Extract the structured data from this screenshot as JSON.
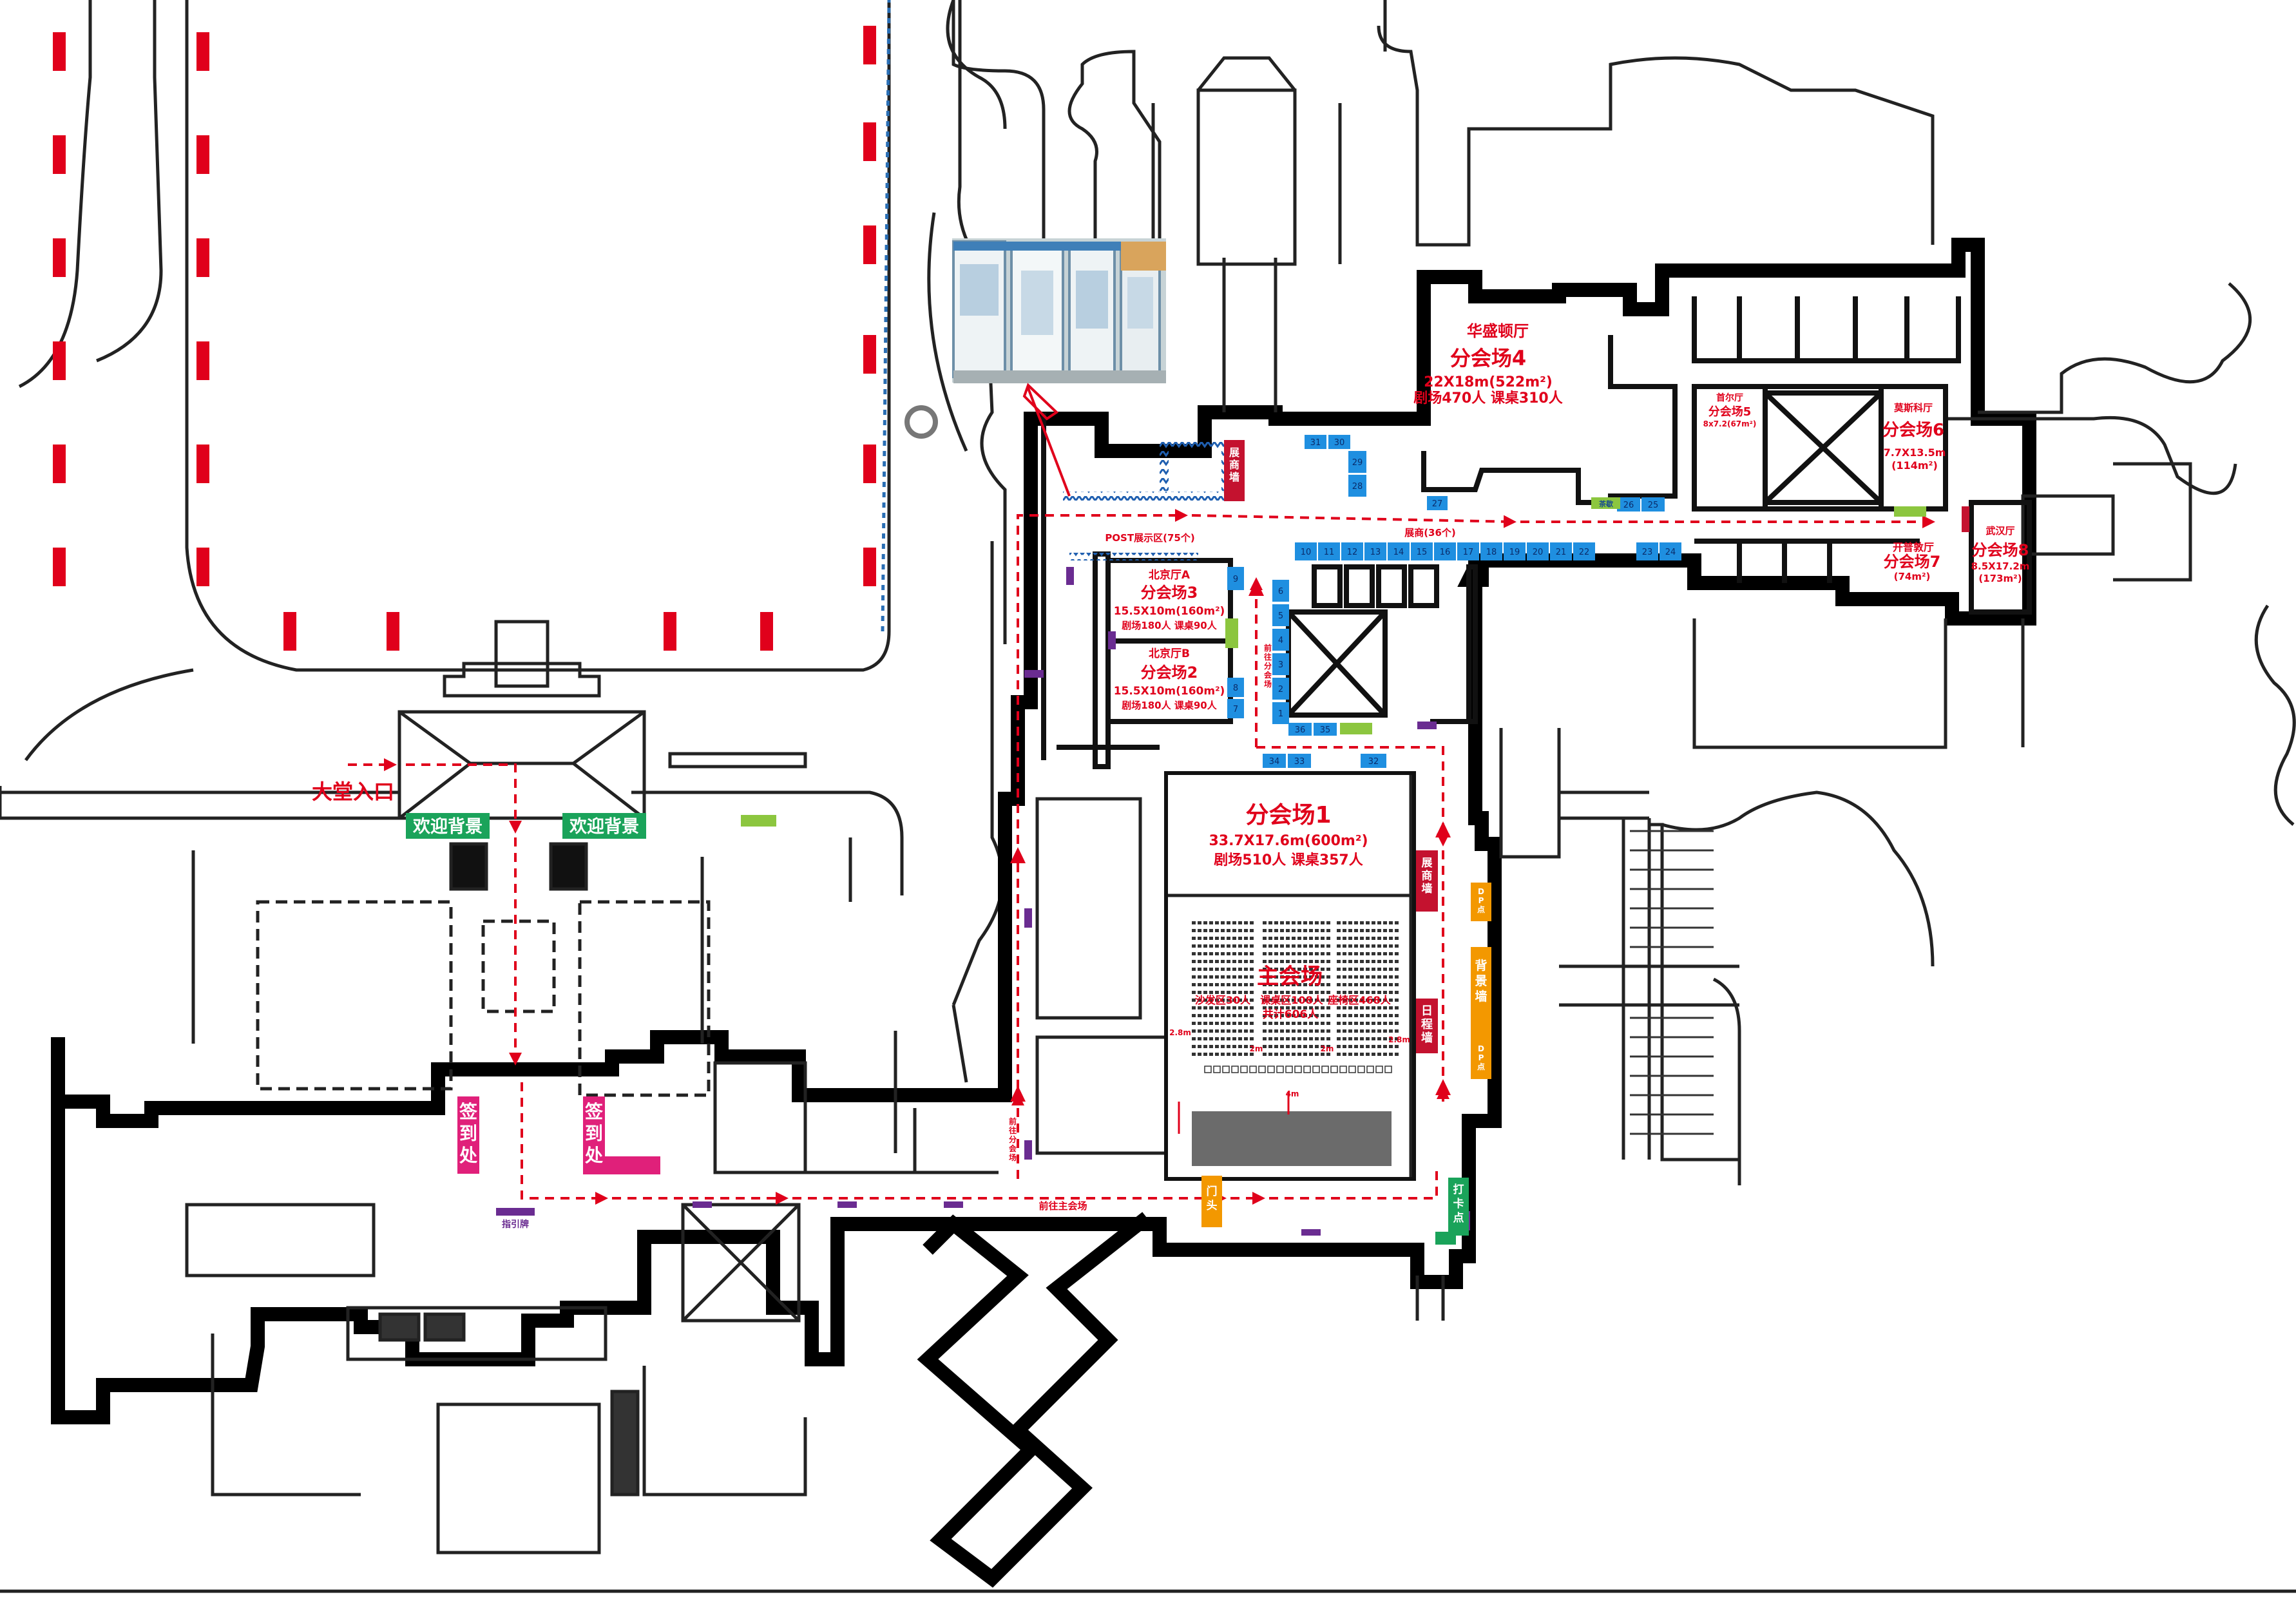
{
  "colors": {
    "accent_red": "#e0001b",
    "sign_green": "#1aa35a",
    "sign_pink": "#e0207a",
    "booth_blue": "#1f8fe0",
    "booth_green": "#8cc63f",
    "sign_orange": "#f39800",
    "dark_red": "#c4122f",
    "marker_purple": "#6a2c91"
  },
  "entrance": {
    "lobby_label": "大堂入口",
    "welcome_left": "欢迎背景",
    "welcome_right": "欢迎背景",
    "signin_left": "签到处",
    "signin_right": "签到处",
    "guide_sign": "指引牌"
  },
  "halls": {
    "washington": {
      "name": "华盛顿厅",
      "session": "分会场4",
      "size": "22X18m(522m²)",
      "capacity": "剧场470人 课桌310人"
    },
    "beijing_a": {
      "name": "北京厅A",
      "session": "分会场3",
      "size": "15.5X10m(160m²)",
      "capacity": "剧场180人 课桌90人"
    },
    "beijing_b": {
      "name": "北京厅B",
      "session": "分会场2",
      "size": "15.5X10m(160m²)",
      "capacity": "剧场180人 课桌90人"
    },
    "session1": {
      "session": "分会场1",
      "size": "33.7X17.6m(600m²)",
      "capacity": "剧场510人 课桌357人"
    },
    "main": {
      "session": "主会场",
      "zone_sofa": "沙发区30人",
      "zone_desk": "课桌区108人",
      "zone_seat": "座椅区468人",
      "total": "共计606人"
    },
    "room5": {
      "name": "首尔厅",
      "session": "分会场5",
      "size": "8x7.2(67m²)"
    },
    "room6": {
      "name": "莫斯科厅",
      "session": "分会场6",
      "size": "7.7X13.5m",
      "area": "(114m²)"
    },
    "room7": {
      "name": "开普敦厅",
      "session": "分会场7",
      "area": "(74m²)"
    },
    "room8": {
      "name": "武汉厅",
      "session": "分会场8",
      "size": "8.5X17.2m",
      "area": "(173m²)"
    }
  },
  "labels": {
    "poster_zone": "POST展示区(75个)",
    "booth_zone": "展商(36个)",
    "exhibitor_wall": "展商墙",
    "exhibitor_wall2": "展商墙",
    "schedule_wall": "日程墙",
    "dp_top": "DP点",
    "dp_bottom": "DP点",
    "sponsor_wall": "背景墙",
    "to_branch": "前往分会场",
    "to_branch2": "前往分会场",
    "to_main": "前往主会场",
    "door_head": "门头",
    "checkin_point": "打卡点",
    "dim_28_left": "2.8m",
    "dim_2_left": "2m",
    "dim_2_right": "2m",
    "dim_28_right": "2.8m",
    "dim_4": "4m",
    "booth_tag": "茶歇"
  },
  "booths_top": [
    "10",
    "11",
    "12",
    "13",
    "14",
    "15",
    "16",
    "17",
    "18",
    "19",
    "20",
    "21",
    "22",
    "23",
    "24"
  ],
  "booths_pillar": [
    "6",
    "5",
    "4",
    "3",
    "2",
    "1"
  ],
  "booths_misc": {
    "b31": "31",
    "b30": "30",
    "b29": "29",
    "b28": "28",
    "b27": "27",
    "b26": "26",
    "b25": "25",
    "b9": "9",
    "b8": "8",
    "b7": "7",
    "b36": "36",
    "b35": "35",
    "b34": "34",
    "b33": "33",
    "b32": "32"
  }
}
